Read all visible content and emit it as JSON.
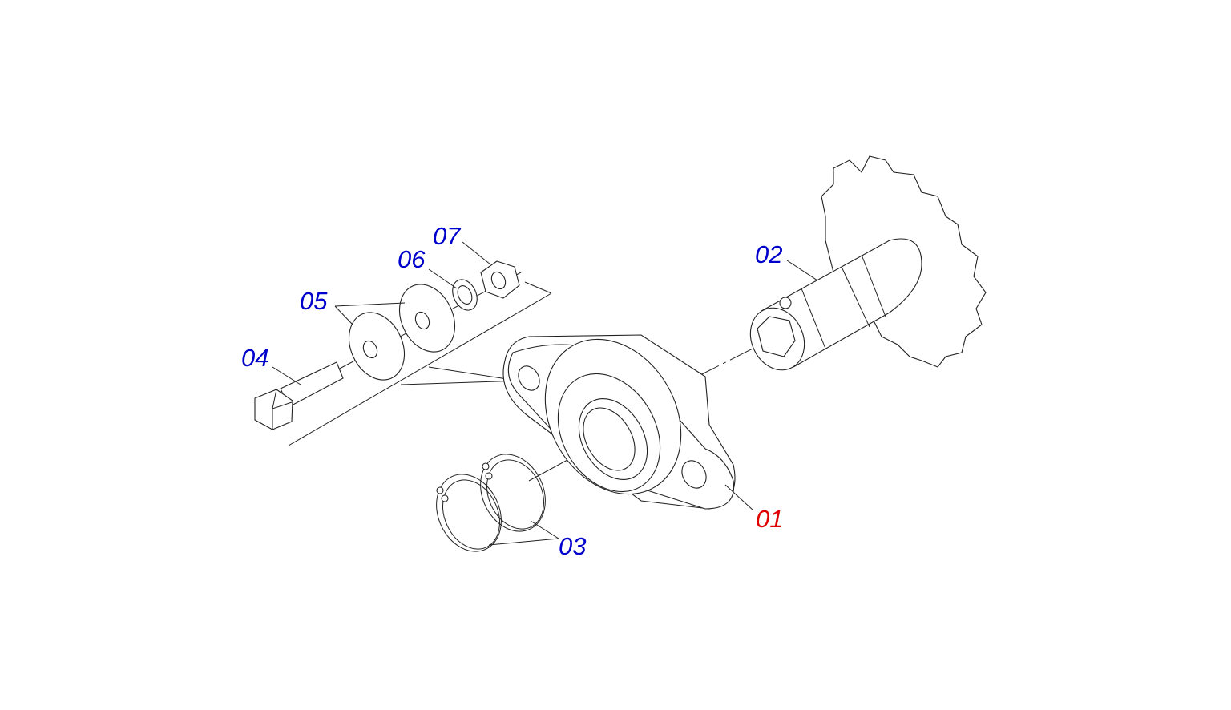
{
  "callouts": [
    {
      "id": "01",
      "text": "01",
      "color": "#e00000",
      "part": "flange-bearing"
    },
    {
      "id": "02",
      "text": "02",
      "color": "#0000cc",
      "part": "sprocket-shaft"
    },
    {
      "id": "03",
      "text": "03",
      "color": "#0000cc",
      "part": "circlips"
    },
    {
      "id": "04",
      "text": "04",
      "color": "#0000cc",
      "part": "hex-bolt"
    },
    {
      "id": "05",
      "text": "05",
      "color": "#0000cc",
      "part": "washers"
    },
    {
      "id": "06",
      "text": "06",
      "color": "#0000cc",
      "part": "lock-washer"
    },
    {
      "id": "07",
      "text": "07",
      "color": "#0000cc",
      "part": "hex-nut"
    }
  ]
}
